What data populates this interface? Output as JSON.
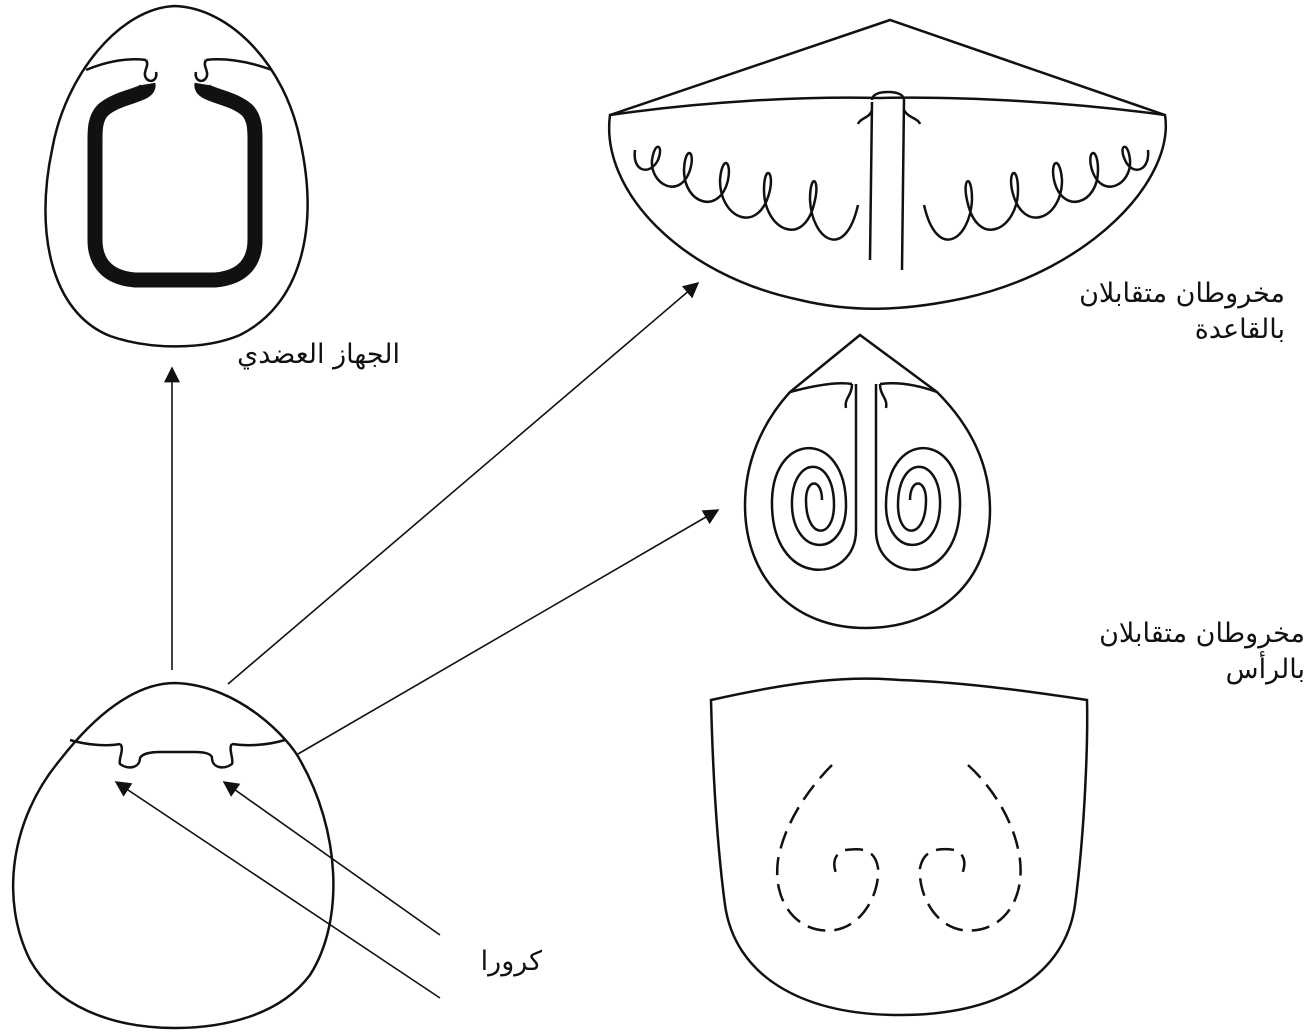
{
  "labels": {
    "muscular_system": "الجهاز العضدي",
    "cones_base_line1": "مخروطان متقابلان",
    "cones_base_line2": "بالقاعدة",
    "cones_apex_line1": "مخروطان متقابلان",
    "cones_apex_line2": "بالرأس",
    "crura": "كرورا"
  },
  "colors": {
    "stroke": "#111111",
    "background": "#ffffff"
  }
}
